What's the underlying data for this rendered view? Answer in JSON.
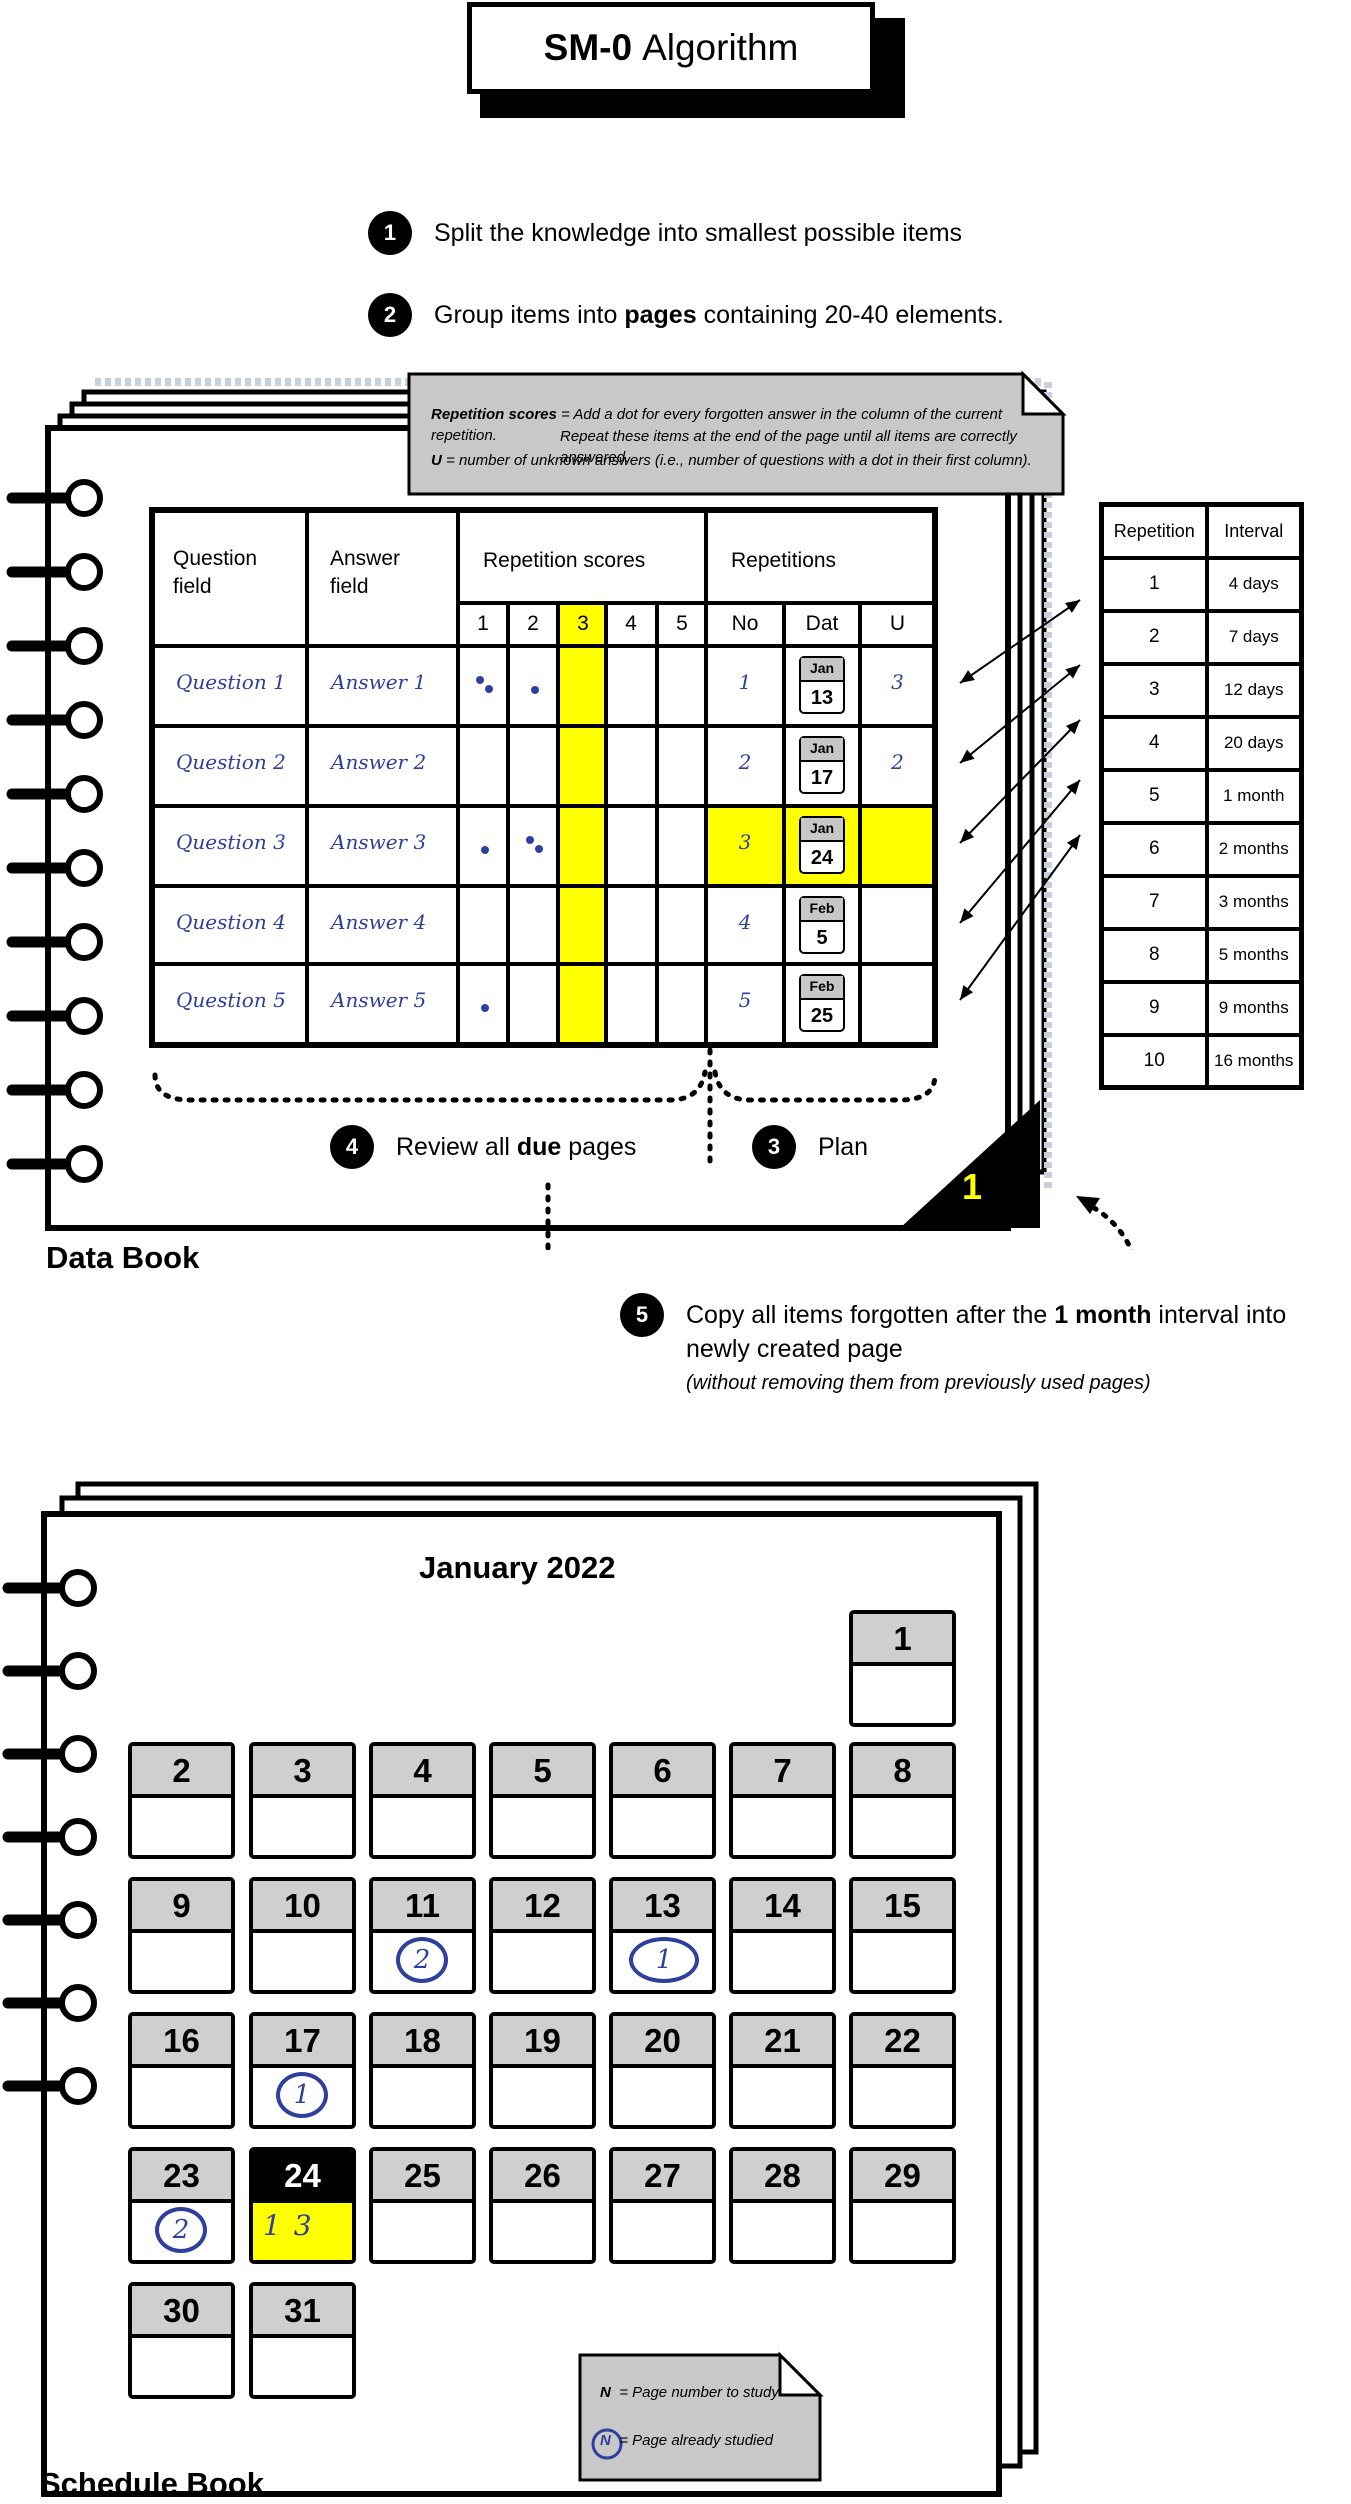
{
  "title": {
    "bold": "SM-0",
    "rest": "Algorithm"
  },
  "steps": {
    "s1": {
      "num": "1",
      "text": "Split the knowledge into smallest possible items"
    },
    "s2": {
      "num": "2",
      "pre": "Group items into ",
      "bold": "pages",
      "post": " containing 20-40 elements."
    },
    "s3": {
      "num": "3",
      "text": "Plan"
    },
    "s4": {
      "num": "4",
      "pre": "Review all ",
      "bold": "due",
      "post": " pages"
    },
    "s5": {
      "num": "5",
      "pre": "Copy all items forgotten after the ",
      "bold": "1 month",
      "post": " interval into newly created page",
      "note": "(without removing them from previously used pages)"
    }
  },
  "note_box": {
    "rep_label": "Repetition scores",
    "rep_text": " = Add a dot for every forgotten answer in the column of the current repetition.",
    "rep_text2": "Repeat these items at the end of the page until all items are correctly answered.",
    "u_label": "U",
    "u_text": " = number of unknown answers (i.e., number of questions with a dot in their  first column)."
  },
  "data_book": {
    "label": "Data Book",
    "page_number": "1",
    "headers": {
      "question": [
        "Question",
        "field"
      ],
      "answer": [
        "Answer",
        "field"
      ],
      "scores": "Repetition scores",
      "reps": "Repetitions"
    },
    "score_cols": [
      "1",
      "2",
      "3",
      "4",
      "5"
    ],
    "rep_cols": [
      "No",
      "Dat",
      "U"
    ],
    "highlight_col": "3",
    "highlight_row": 2,
    "rows": [
      {
        "q": "Question 1",
        "a": "Answer 1",
        "dots": [
          2,
          1,
          0,
          0,
          0
        ],
        "no": "1",
        "month": "Jan",
        "day": "13",
        "u": "3"
      },
      {
        "q": "Question 2",
        "a": "Answer 2",
        "dots": [
          0,
          0,
          0,
          0,
          0
        ],
        "no": "2",
        "month": "Jan",
        "day": "17",
        "u": "2"
      },
      {
        "q": "Question 3",
        "a": "Answer 3",
        "dots": [
          1,
          2,
          0,
          0,
          0
        ],
        "no": "3",
        "month": "Jan",
        "day": "24",
        "u": ""
      },
      {
        "q": "Question 4",
        "a": "Answer 4",
        "dots": [
          0,
          0,
          0,
          0,
          0
        ],
        "no": "4",
        "month": "Feb",
        "day": "5",
        "u": ""
      },
      {
        "q": "Question 5",
        "a": "Answer 5",
        "dots": [
          1,
          0,
          0,
          0,
          0
        ],
        "no": "5",
        "month": "Feb",
        "day": "25",
        "u": ""
      }
    ]
  },
  "interval_table": {
    "headers": [
      "Repetition",
      "Interval"
    ],
    "rows": [
      [
        "1",
        "4 days"
      ],
      [
        "2",
        "7 days"
      ],
      [
        "3",
        "12 days"
      ],
      [
        "4",
        "20 days"
      ],
      [
        "5",
        "1 month"
      ],
      [
        "6",
        "2 months"
      ],
      [
        "7",
        "3 months"
      ],
      [
        "8",
        "5 months"
      ],
      [
        "9",
        "9 months"
      ],
      [
        "10",
        "16 months"
      ]
    ]
  },
  "schedule_book": {
    "label": "Schedule Book",
    "month_title": "January 2022",
    "today": "24",
    "days": [
      "1",
      "2",
      "3",
      "4",
      "5",
      "6",
      "7",
      "8",
      "9",
      "10",
      "11",
      "12",
      "13",
      "14",
      "15",
      "16",
      "17",
      "18",
      "19",
      "20",
      "21",
      "22",
      "23",
      "24",
      "25",
      "26",
      "27",
      "28",
      "29",
      "30",
      "31"
    ],
    "studied": {
      "11": "2",
      "13": "1",
      "17": "1",
      "23": "2"
    },
    "today_marks": "1 3",
    "legend": {
      "n_symbol": "N",
      "n_text": "= Page number to study",
      "c_symbol": "N",
      "c_text": "= Page already studied"
    }
  },
  "colors": {
    "highlight": "#ffff00",
    "ink": "#2e3f9e",
    "cell_gray": "#cfcfcf",
    "note_gray": "#c8c8c8"
  }
}
